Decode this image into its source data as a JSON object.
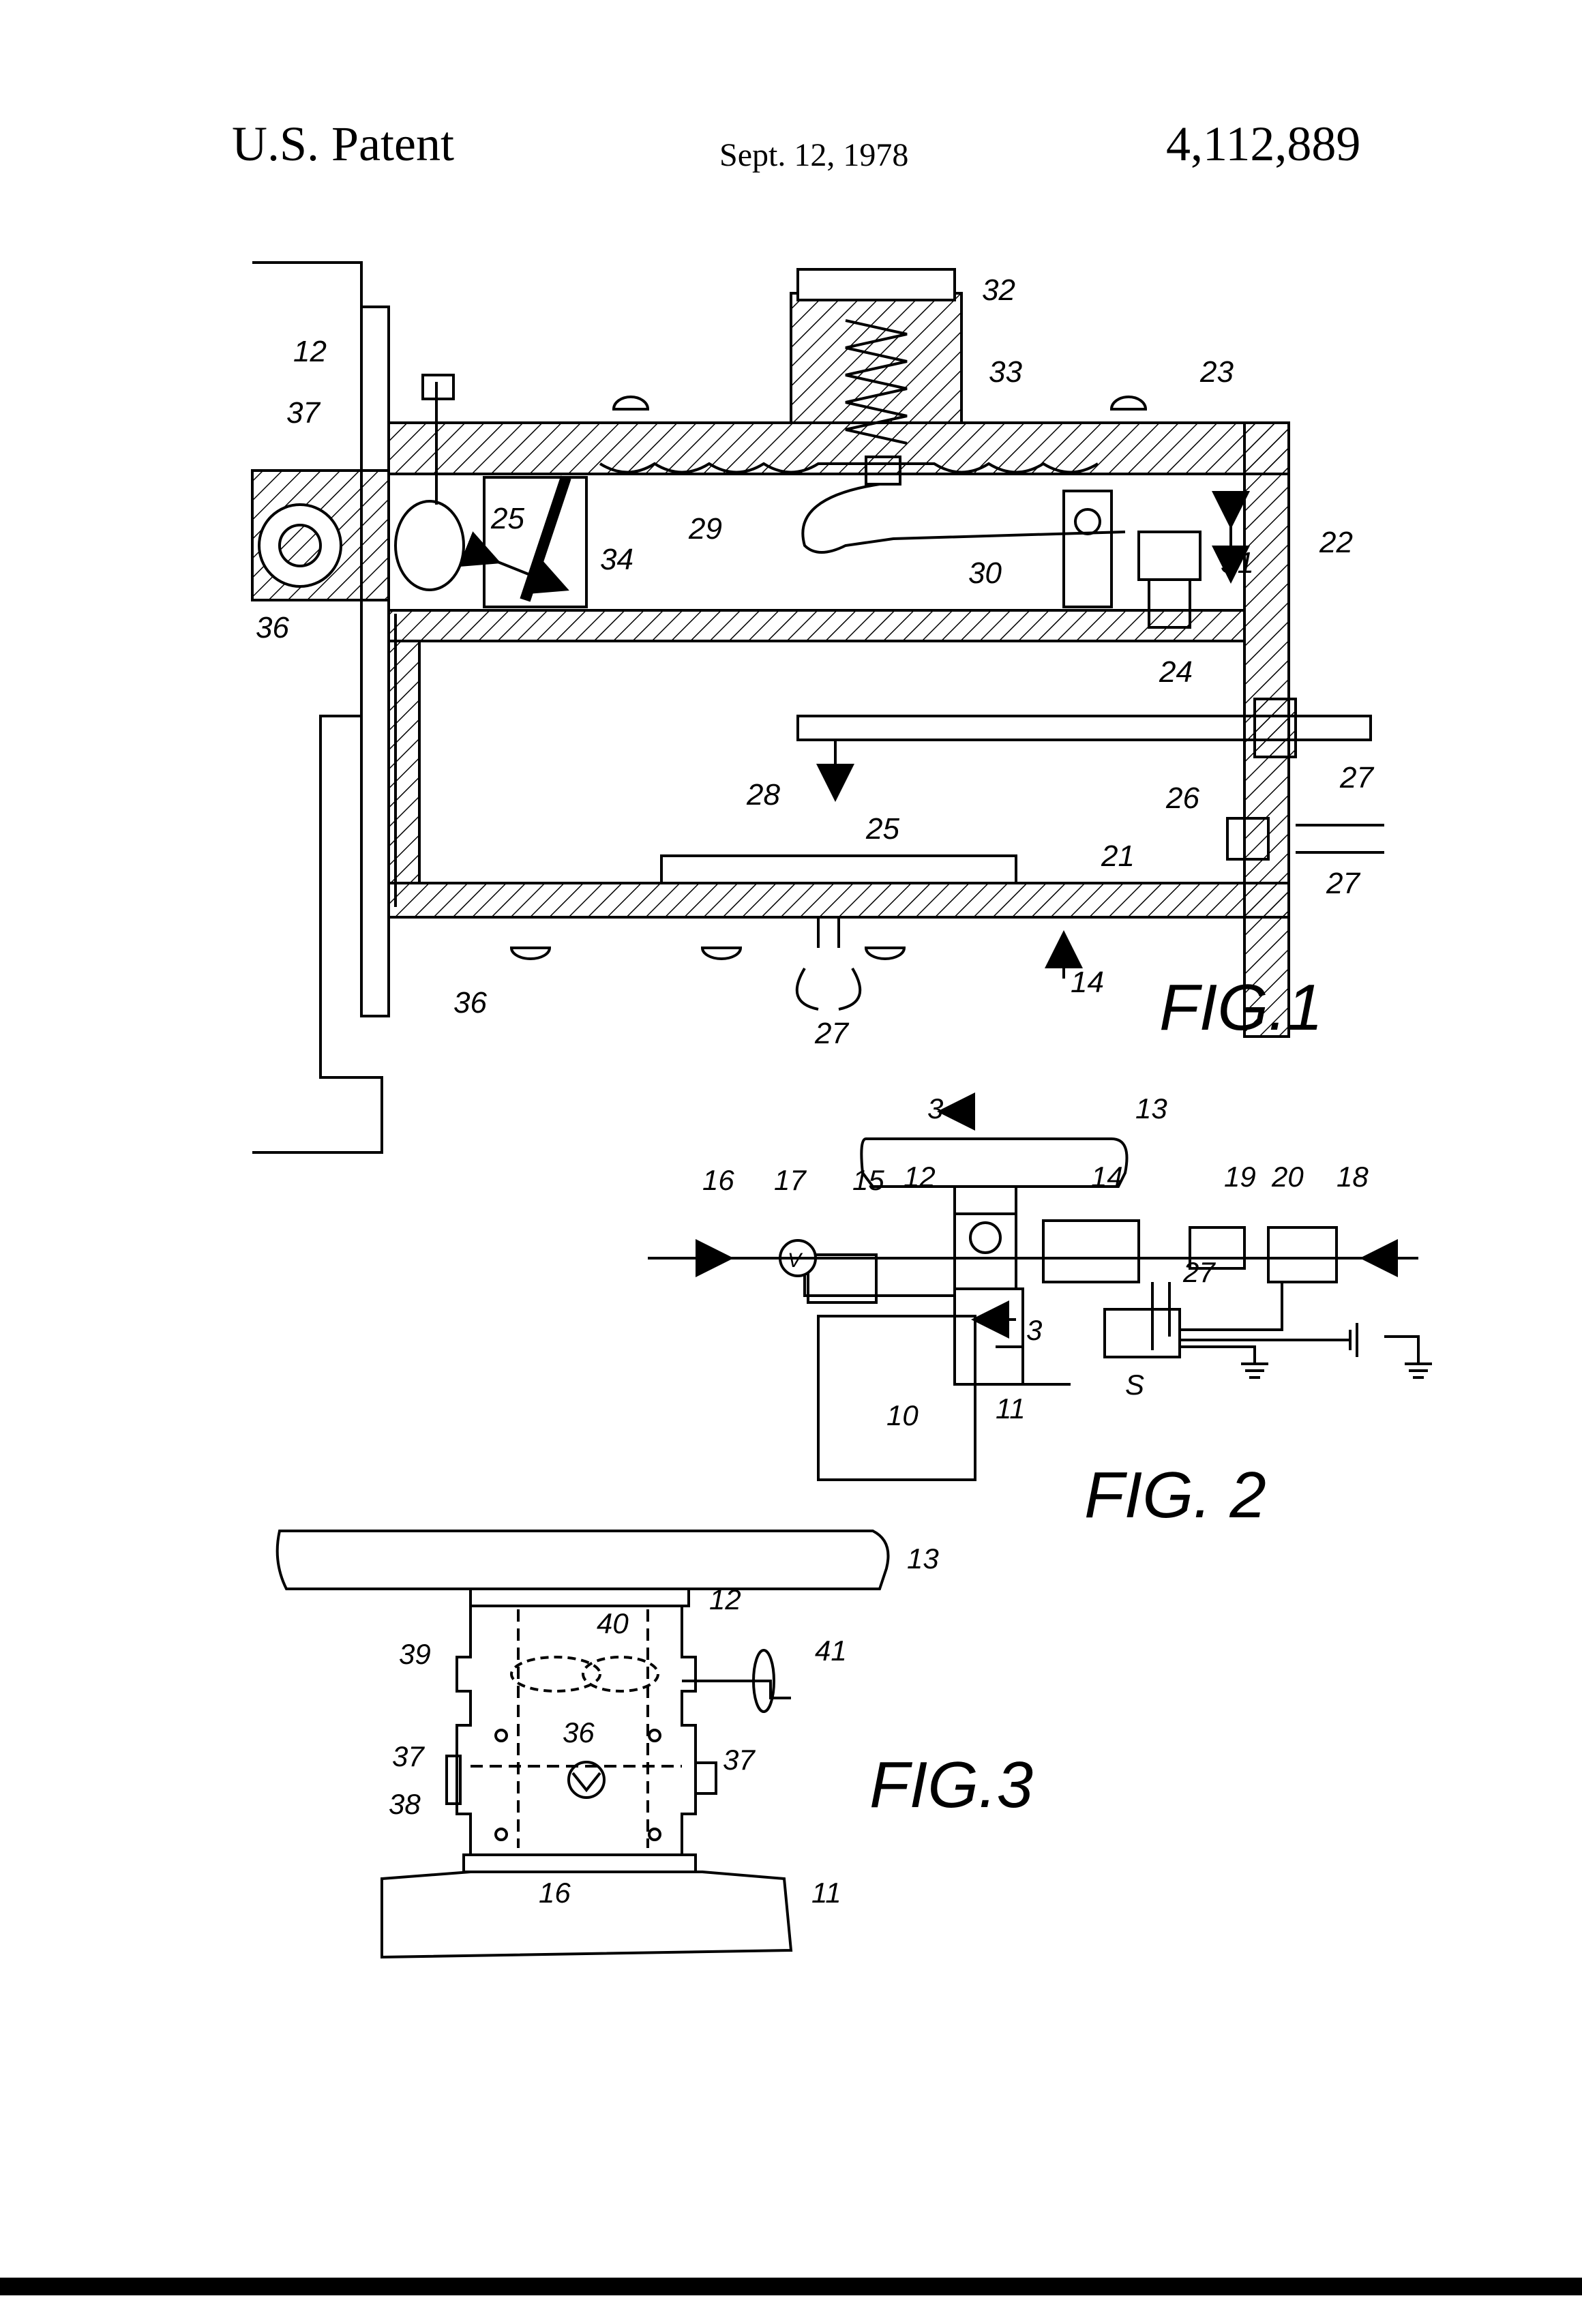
{
  "header": {
    "left": "U.S. Patent",
    "center": "Sept. 12, 1978",
    "right": "4,112,889"
  },
  "figures": {
    "fig1": {
      "title": "FIG.1",
      "labels": [
        "12",
        "37",
        "36",
        "25",
        "34",
        "29",
        "32",
        "33",
        "30",
        "23",
        "31",
        "22",
        "24",
        "28",
        "26",
        "27",
        "27",
        "25",
        "21",
        "14",
        "36",
        "27"
      ]
    },
    "fig2": {
      "title": "FIG. 2",
      "labels": [
        "3",
        "13",
        "16",
        "17",
        "15",
        "12",
        "14",
        "19",
        "20",
        "18",
        "27",
        "3",
        "S",
        "10",
        "11"
      ],
      "valve_label": "V"
    },
    "fig3": {
      "title": "FIG.3",
      "labels": [
        "13",
        "12",
        "39",
        "40",
        "41",
        "36",
        "37",
        "37",
        "38",
        "16",
        "11"
      ]
    }
  },
  "colors": {
    "ink": "#000000",
    "paper": "#ffffff"
  }
}
